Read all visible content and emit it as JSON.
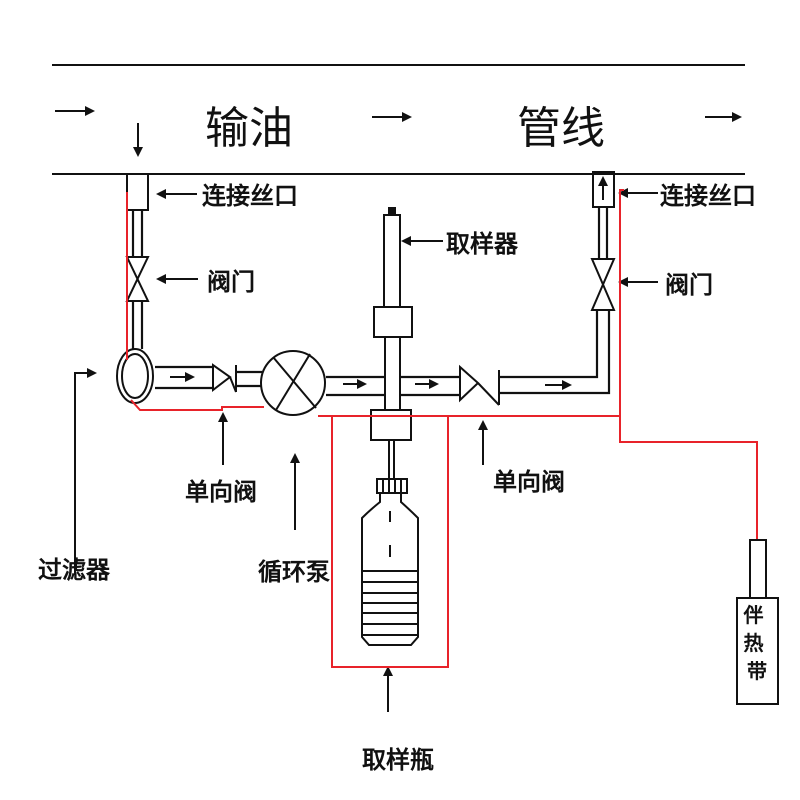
{
  "diagram": {
    "title_left": "输油",
    "title_right": "管线",
    "labels": {
      "connector_left": "连接丝口",
      "connector_right": "连接丝口",
      "valve_left": "阀门",
      "valve_right": "阀门",
      "sampler": "取样器",
      "check_valve_left": "单向阀",
      "check_valve_right": "单向阀",
      "filter": "过滤器",
      "pump": "循环泵",
      "sample_bottle": "取样瓶",
      "heat_tracing": "伴热带"
    },
    "colors": {
      "line": "#111111",
      "heat_trace": "#e8232a"
    }
  }
}
